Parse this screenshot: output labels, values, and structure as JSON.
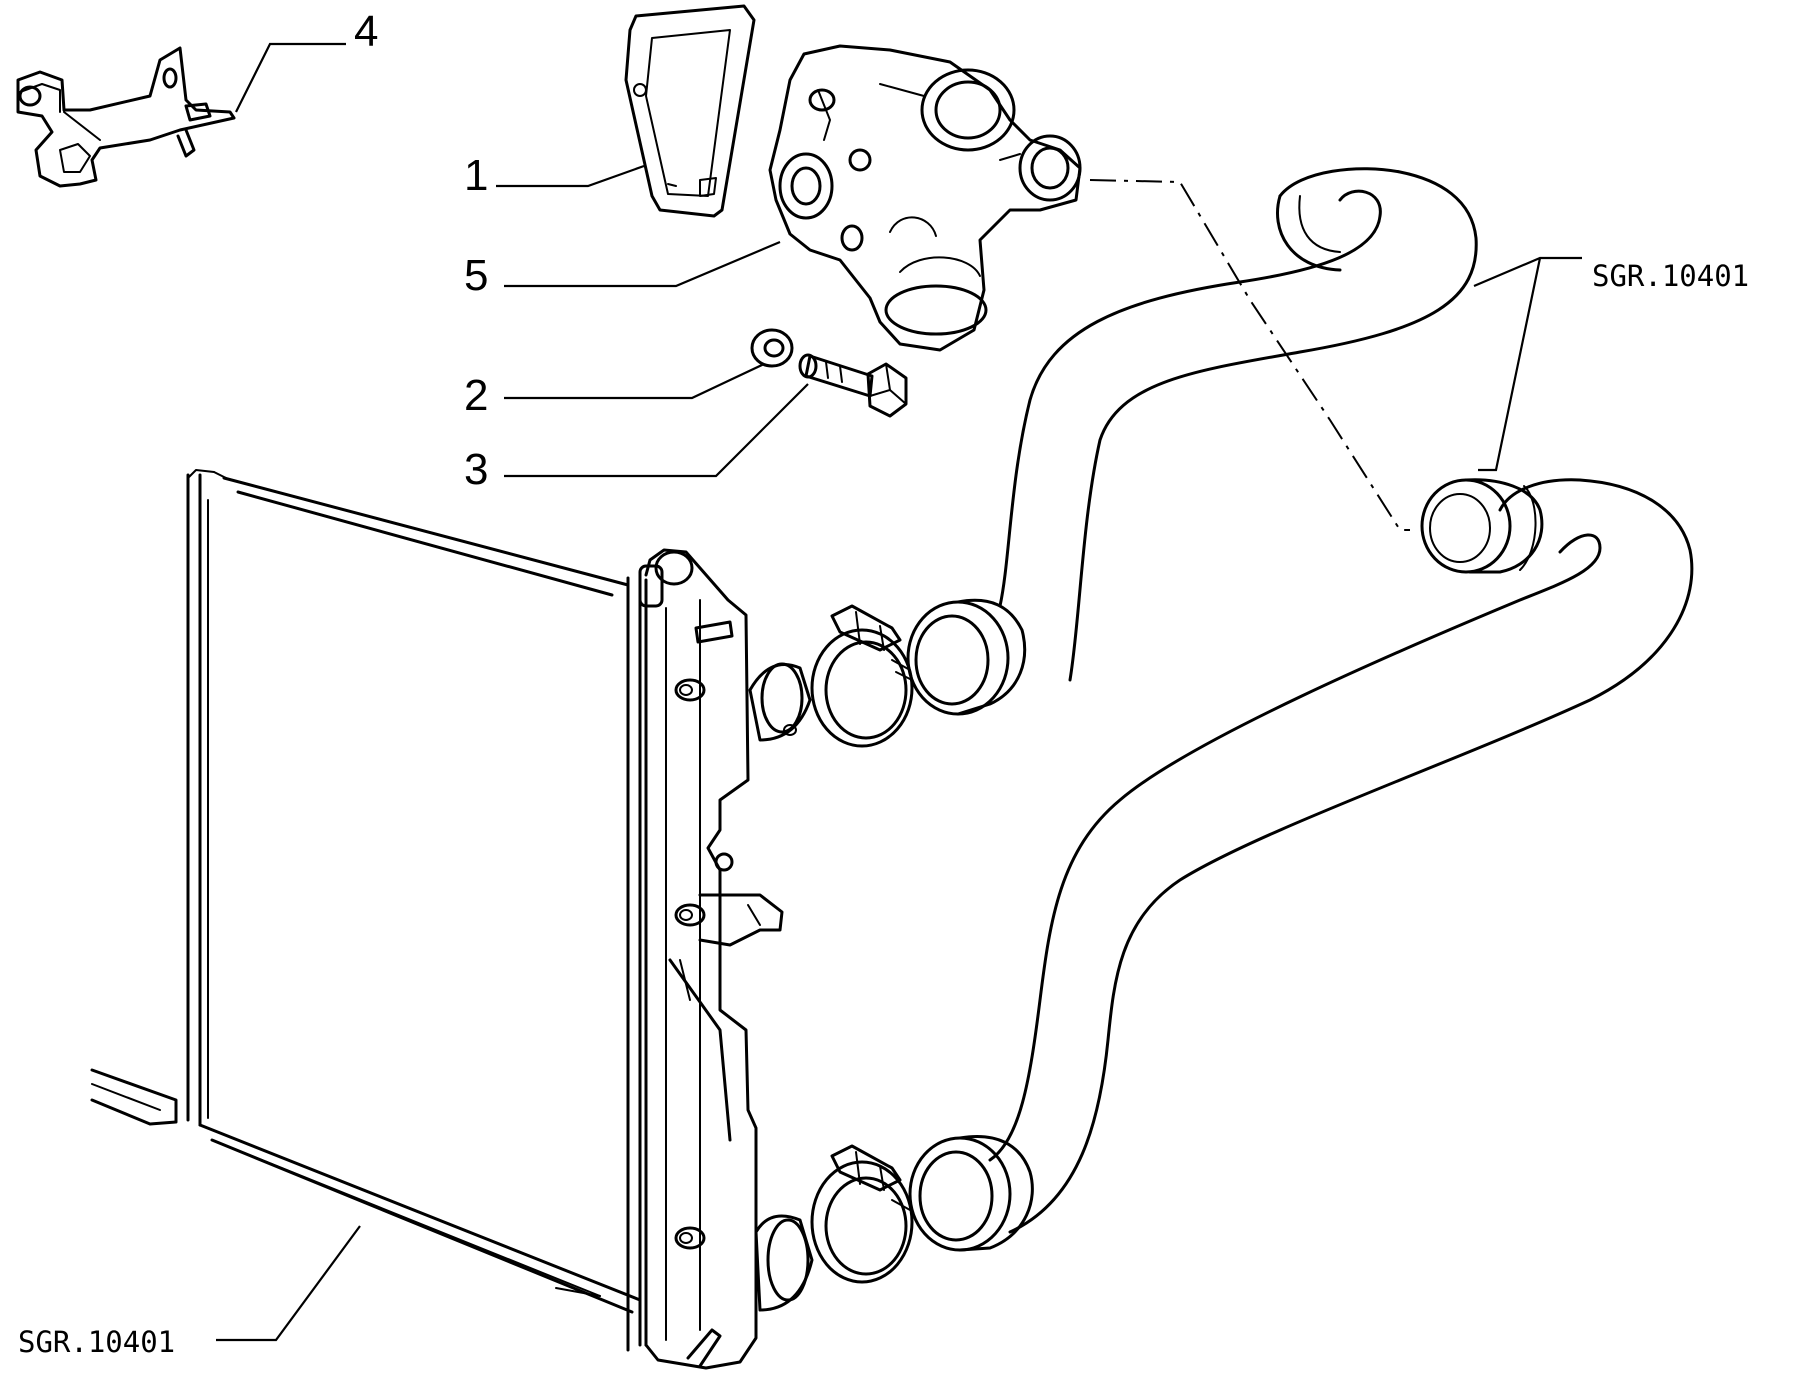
{
  "callouts": {
    "item_1": "1",
    "item_2": "2",
    "item_3": "3",
    "item_4": "4",
    "item_5": "5"
  },
  "references": {
    "upper_hose": "SGR.10401",
    "radiator": "SGR.10401"
  }
}
